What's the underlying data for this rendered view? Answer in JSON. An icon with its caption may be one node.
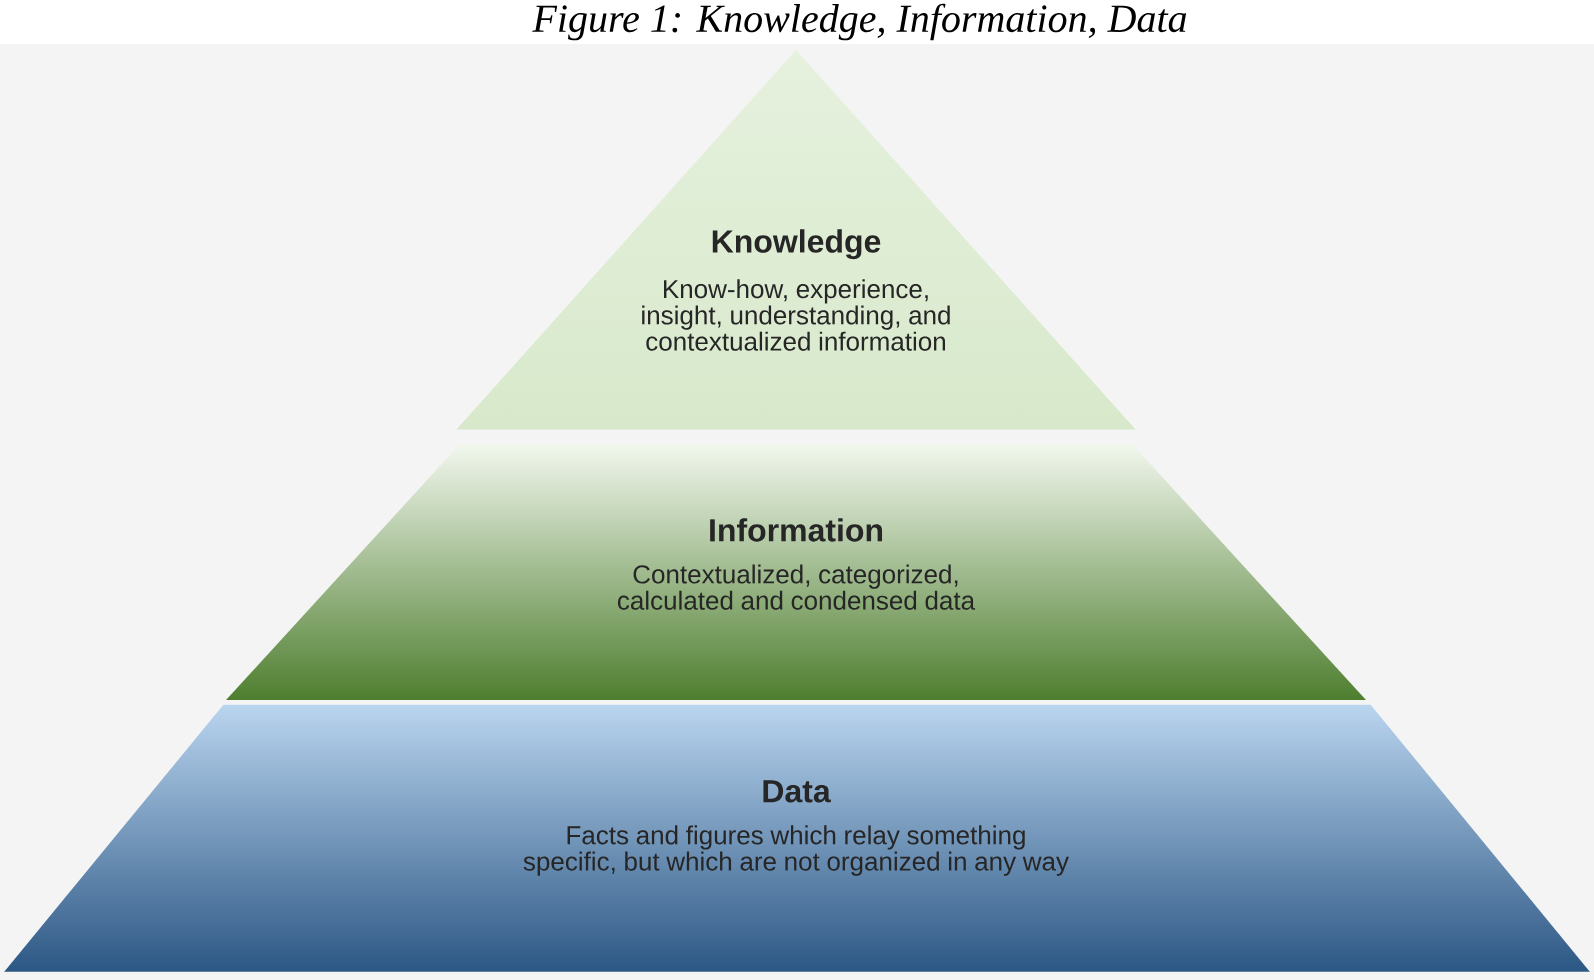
{
  "diagram": {
    "title": "Figure 1: Knowledge, Information, Data",
    "nodes": [
      {
        "text": [
          "Knowledge",
          "Know-how, experience, insight, understanding, and contextualized information"
        ]
      },
      {
        "text": [
          "Information",
          "Contextualized, categorized, calculated and condensed data"
        ]
      },
      {
        "text": [
          "Data",
          "Facts and figures which relay something specific, but which are not organized in any way"
        ]
      }
    ]
  }
}
